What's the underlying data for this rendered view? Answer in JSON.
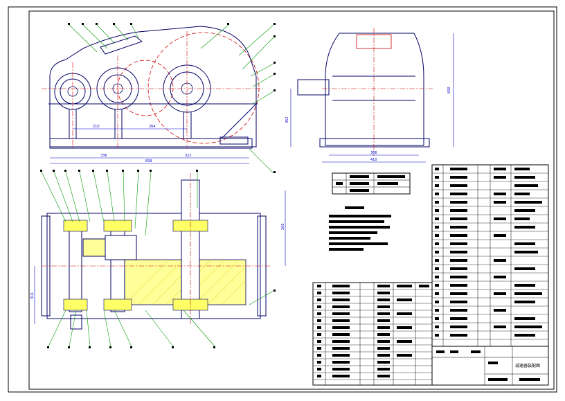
{
  "drawing": {
    "front_view": {
      "dims": {
        "d1": "210",
        "d2": "264",
        "d3": "336",
        "d4": "322",
        "d5": "839"
      }
    },
    "side_view": {
      "dims": {
        "h1": "600",
        "h2": "352",
        "w1": "366",
        "w2": "410"
      }
    },
    "top_view": {
      "dims": {
        "v1": "265",
        "v2": "316"
      }
    },
    "title_block": {
      "title": "减速器装配图"
    },
    "colors": {
      "frame": "#000000",
      "outline": "#000066",
      "centerline": "#cc0000",
      "leader": "#009900",
      "dimension": "#0000cc",
      "hatch": "#cccc00",
      "part_fill": "#ffff66"
    }
  }
}
